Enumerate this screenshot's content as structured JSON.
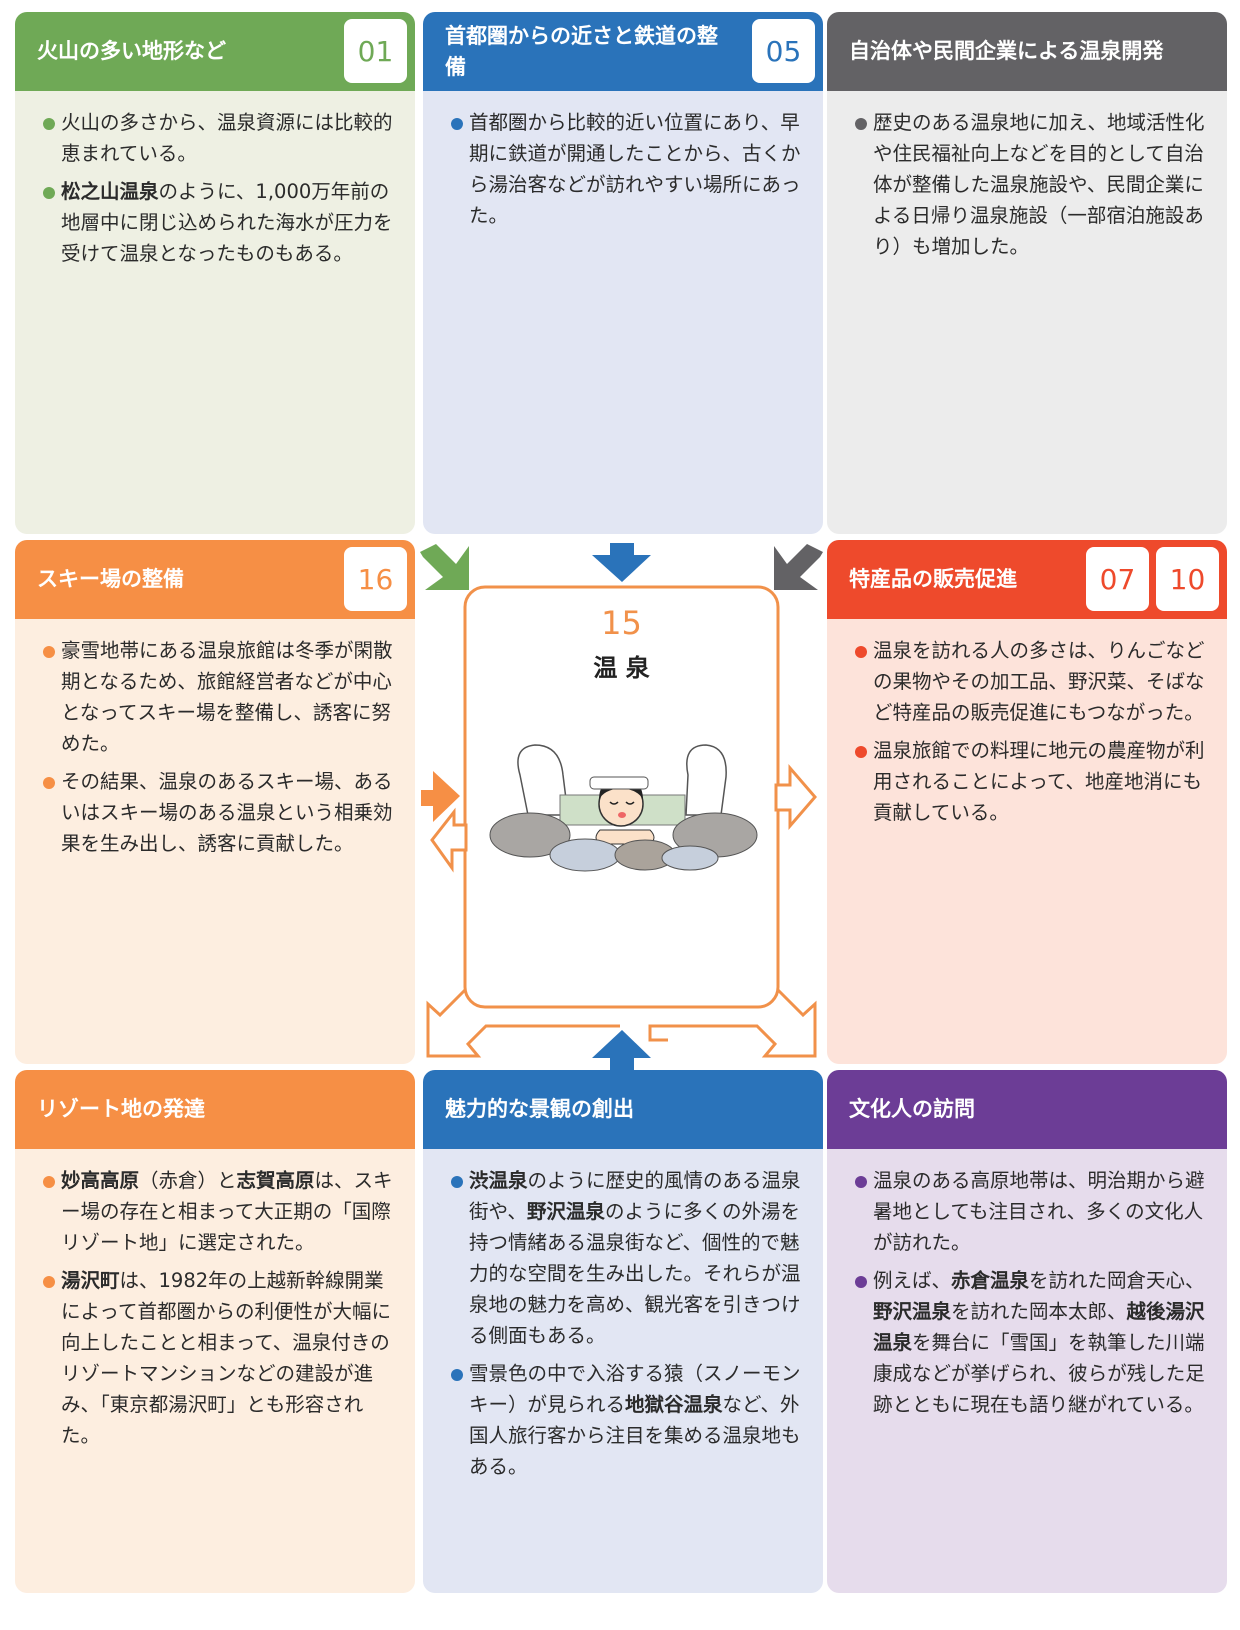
{
  "center": {
    "number": "15",
    "title": "温 泉"
  },
  "cards": [
    {
      "id": "volcano",
      "title": "火山の多い地形など",
      "badges": [
        "01"
      ],
      "color": "#6fa956",
      "bg": "#eef0e3",
      "items": [
        [
          {
            "t": "火山の多さから、温泉資源には比較的恵まれている。"
          }
        ],
        [
          {
            "t": "松之山温泉",
            "b": true
          },
          {
            "t": "のように、1,000万年前の地層中に閉じ込められた海水が圧力を受けて温泉となったものもある。"
          }
        ]
      ]
    },
    {
      "id": "railway",
      "title": "首都圏からの近さと鉄道の整備",
      "badges": [
        "05"
      ],
      "color": "#2a73ba",
      "bg": "#e2e6f3",
      "items": [
        [
          {
            "t": "首都圏から比較的近い位置にあり、早期に鉄道が開通したことから、古くから湯治客などが訪れやすい場所にあった。"
          }
        ]
      ]
    },
    {
      "id": "development",
      "title": "自治体や民間企業による温泉開発",
      "badges": [],
      "color": "#636265",
      "bg": "#ececec",
      "items": [
        [
          {
            "t": "歴史のある温泉地に加え、地域活性化や住民福祉向上などを目的として自治体が整備した温泉施設や、民間企業による日帰り温泉施設（一部宿泊施設あり）も増加した。"
          }
        ]
      ]
    },
    {
      "id": "ski",
      "title": "スキー場の整備",
      "badges": [
        "16"
      ],
      "color": "#f68f45",
      "bg": "#fdeee0",
      "items": [
        [
          {
            "t": "豪雪地帯にある温泉旅館は冬季が閑散期となるため、旅館経営者などが中心となってスキー場を整備し、誘客に努めた。"
          }
        ],
        [
          {
            "t": "その結果、温泉のあるスキー場、あるいはスキー場のある温泉という相乗効果を生み出し、誘客に貢献した。"
          }
        ]
      ]
    },
    {
      "id": "products",
      "title": "特産品の販売促進",
      "badges": [
        "07",
        "10"
      ],
      "color": "#ee4a2c",
      "bg": "#fde3da",
      "items": [
        [
          {
            "t": "温泉を訪れる人の多さは、りんごなどの果物やその加工品、野沢菜、そばなど特産品の販売促進にもつながった。"
          }
        ],
        [
          {
            "t": "温泉旅館での料理に地元の農産物が利用されることによって、地産地消にも貢献している。"
          }
        ]
      ]
    },
    {
      "id": "resort",
      "title": "リゾート地の発達",
      "badges": [],
      "color": "#f68f45",
      "bg": "#fdeee0",
      "items": [
        [
          {
            "t": "妙高高原",
            "b": true
          },
          {
            "t": "（赤倉）と"
          },
          {
            "t": "志賀高原",
            "b": true
          },
          {
            "t": "は、スキー場の存在と相まって大正期の「国際リゾート地」に選定された。"
          }
        ],
        [
          {
            "t": "湯沢町",
            "b": true
          },
          {
            "t": "は、1982年の上越新幹線開業によって首都圏からの利便性が大幅に向上したことと相まって、温泉付きのリゾートマンションなどの建設が進み、「東京都湯沢町」とも形容された。"
          }
        ]
      ]
    },
    {
      "id": "scenery",
      "title": "魅力的な景観の創出",
      "badges": [],
      "color": "#2a73ba",
      "bg": "#e2e6f3",
      "items": [
        [
          {
            "t": "渋温泉",
            "b": true
          },
          {
            "t": "のように歴史的風情のある温泉街や、"
          },
          {
            "t": "野沢温泉",
            "b": true
          },
          {
            "t": "のように多くの外湯を持つ情緒ある温泉街など、個性的で魅力的な空間を生み出した。それらが温泉地の魅力を高め、観光客を引きつける側面もある。"
          }
        ],
        [
          {
            "t": "雪景色の中で入浴する猿（スノーモンキー）が見られる"
          },
          {
            "t": "地獄谷温泉",
            "b": true
          },
          {
            "t": "など、外国人旅行客から注目を集める温泉地もある。"
          }
        ]
      ]
    },
    {
      "id": "culture",
      "title": "文化人の訪問",
      "badges": [],
      "color": "#6c3d96",
      "bg": "#e6dcec",
      "items": [
        [
          {
            "t": "温泉のある高原地帯は、明治期から避暑地としても注目され、多くの文化人が訪れた。"
          }
        ],
        [
          {
            "t": "例えば、"
          },
          {
            "t": "赤倉温泉",
            "b": true
          },
          {
            "t": "を訪れた岡倉天心、"
          },
          {
            "t": "野沢温泉",
            "b": true
          },
          {
            "t": "を訪れた岡本太郎、"
          },
          {
            "t": "越後湯沢温泉",
            "b": true
          },
          {
            "t": "を舞台に「雪国」を執筆した川端康成などが挙げられ、彼らが残した足跡とともに現在も語り継がれている。"
          }
        ]
      ]
    }
  ]
}
